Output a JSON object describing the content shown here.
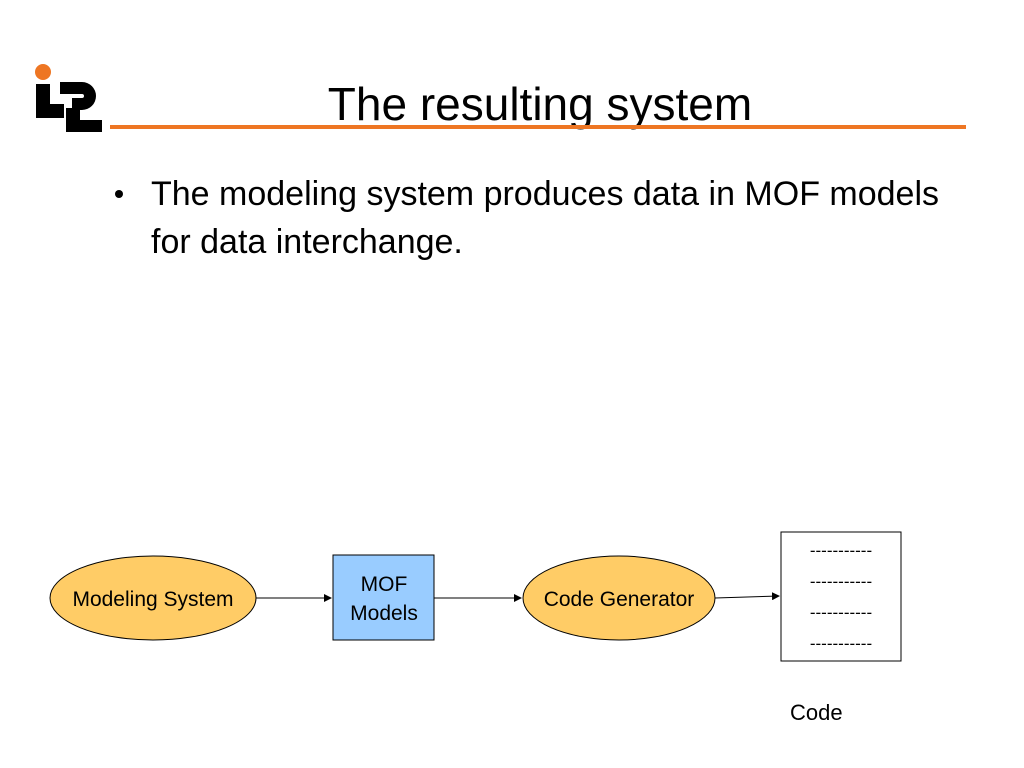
{
  "slide": {
    "title": "The resulting system",
    "bullet": "The modeling system produces data in MOF models for data interchange."
  },
  "diagram": {
    "modeling_system": "Modeling System",
    "mof_line1": "MOF",
    "mof_line2": "Models",
    "code_generator": "Code Generator",
    "code_lines": [
      "-----------",
      "-----------",
      "-----------",
      "-----------"
    ],
    "code_label": "Code"
  },
  "colors": {
    "accent_orange": "#ee7623",
    "ellipse_fill": "#ffcc66",
    "box_fill": "#99ccff",
    "logo_dark": "#000000"
  },
  "icons": {
    "logo": "ipd-logo"
  }
}
